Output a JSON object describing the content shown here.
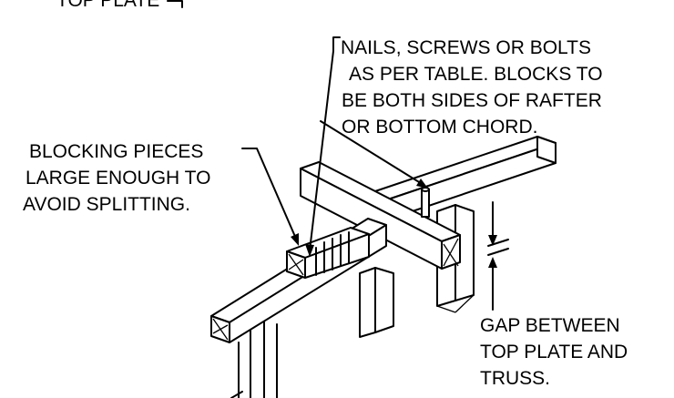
{
  "labels": {
    "top_plate": "TOP PLATE",
    "fasteners": [
      "NAILS, SCREWS OR BOLTS",
      "AS PER TABLE. BLOCKS TO",
      "BE BOTH SIDES OF RAFTER",
      "OR BOTTOM CHORD."
    ],
    "blocking": [
      "BLOCKING PIECES",
      "LARGE ENOUGH TO",
      "AVOID SPLITTING."
    ],
    "gap": [
      "GAP BETWEEN",
      "TOP PLATE AND",
      "TRUSS."
    ]
  },
  "colors": {
    "line": "#000000",
    "background": "#ffffff"
  }
}
